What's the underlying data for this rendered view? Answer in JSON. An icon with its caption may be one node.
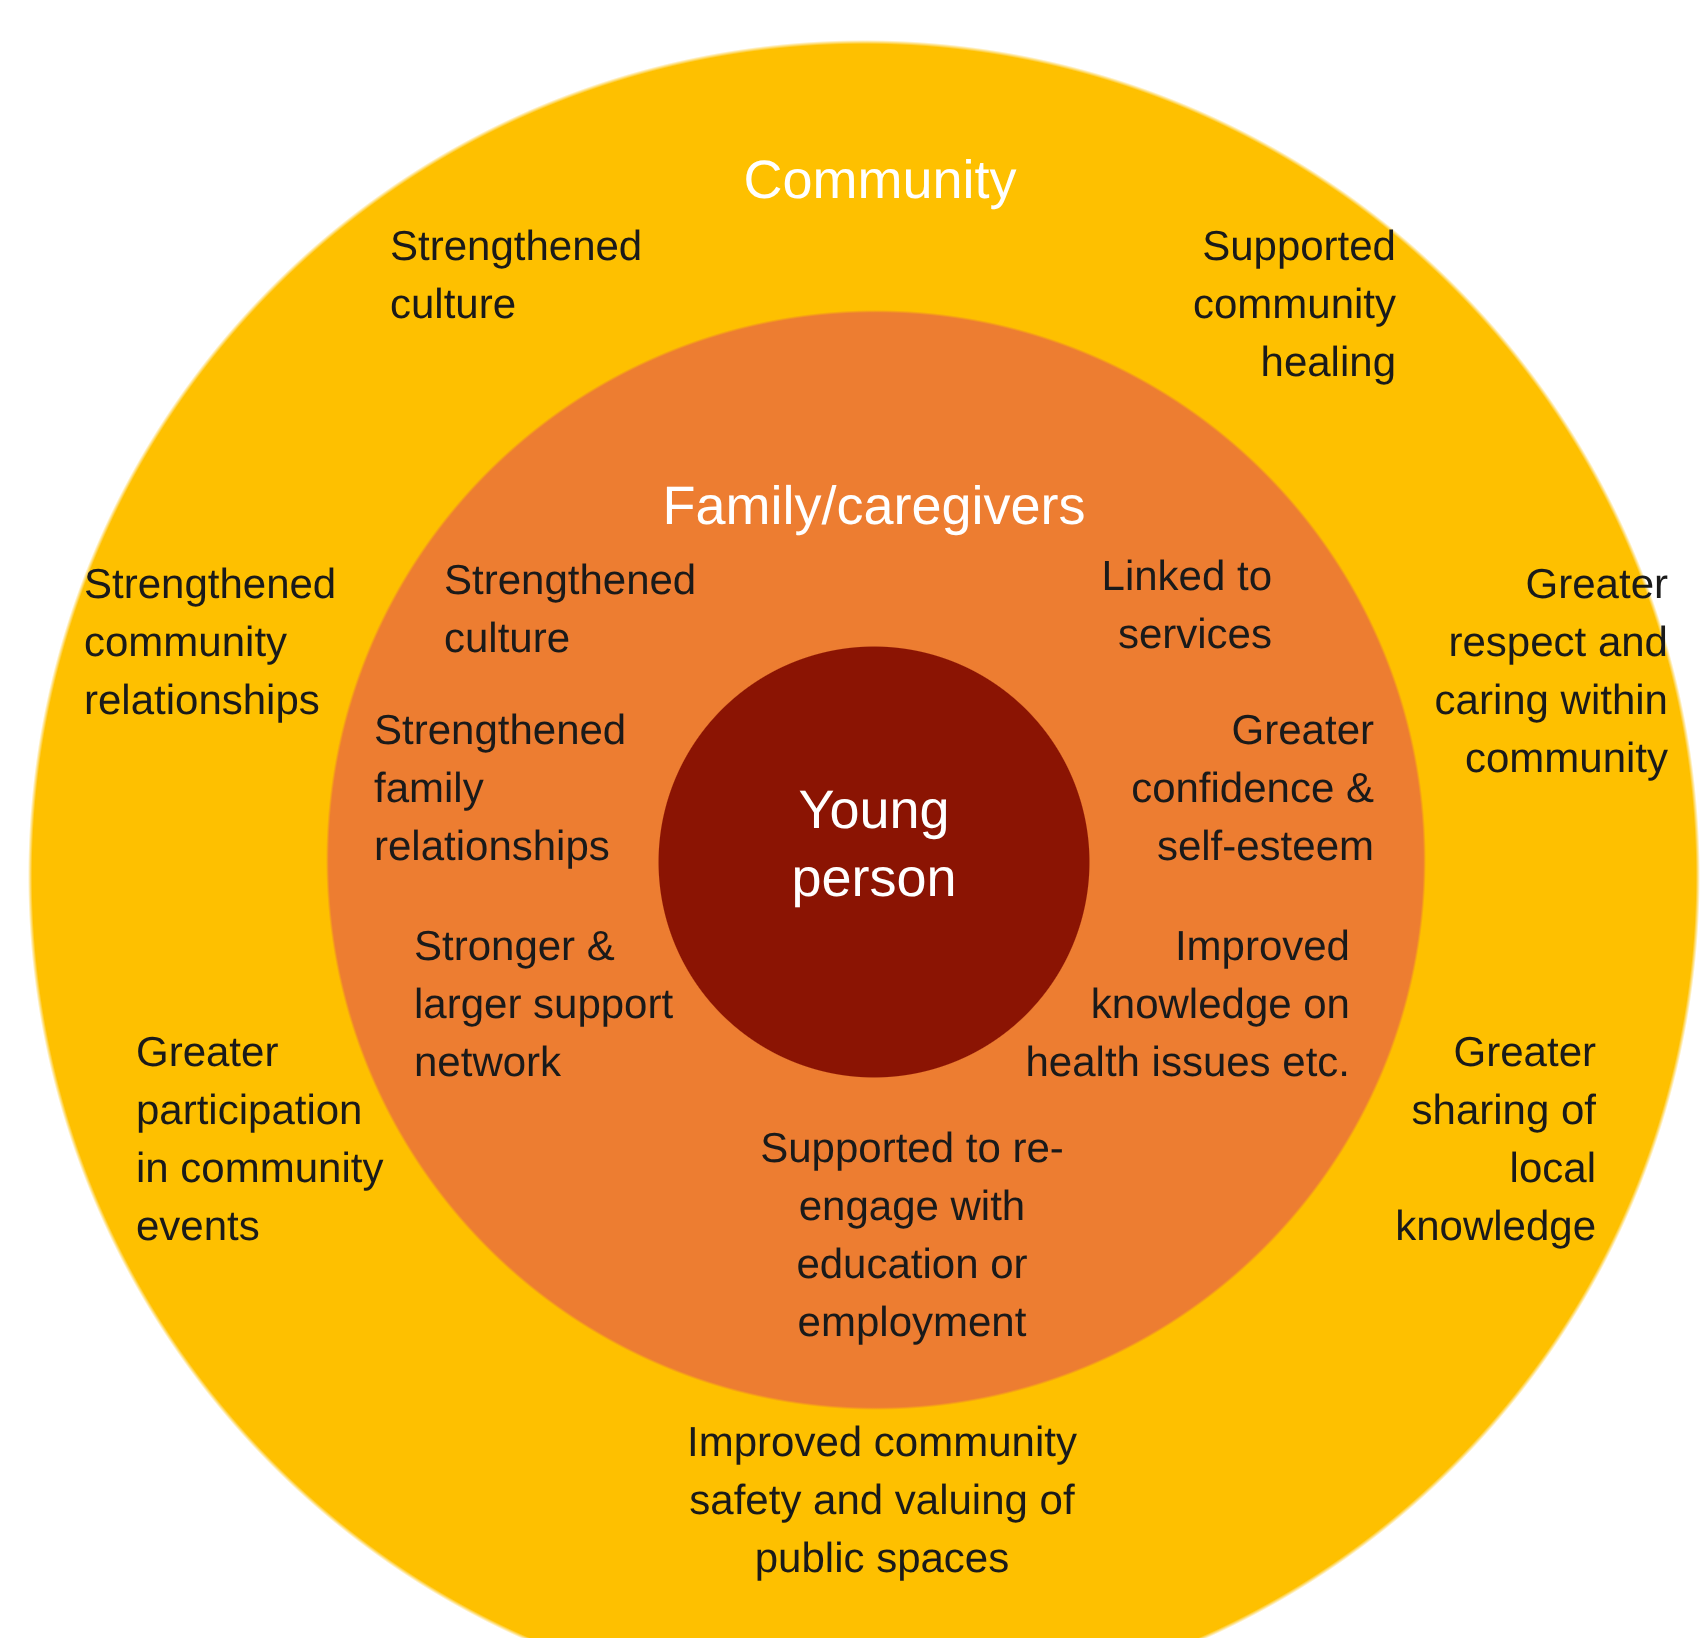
{
  "diagram": {
    "nodes": [
      {
        "text": [
          "Community",
          "Strengthened culture",
          "Supported community healing",
          "Strengthened community relationships",
          "Greater respect and caring within community",
          "Greater participation in community events",
          "Greater sharing of local knowledge",
          "Improved community safety and valuing of public spaces"
        ]
      },
      {
        "text": [
          "Family/caregivers",
          "Strengthened culture",
          "Linked to services",
          "Strengthened family relationships",
          "Greater confidence & self-esteem",
          "Stronger & larger support network",
          "Improved knowledge on health issues etc.",
          "Supported to re-engage with education or employment"
        ],
        "in": 0
      },
      {
        "text": [
          "Young person"
        ],
        "in": 1
      }
    ]
  }
}
